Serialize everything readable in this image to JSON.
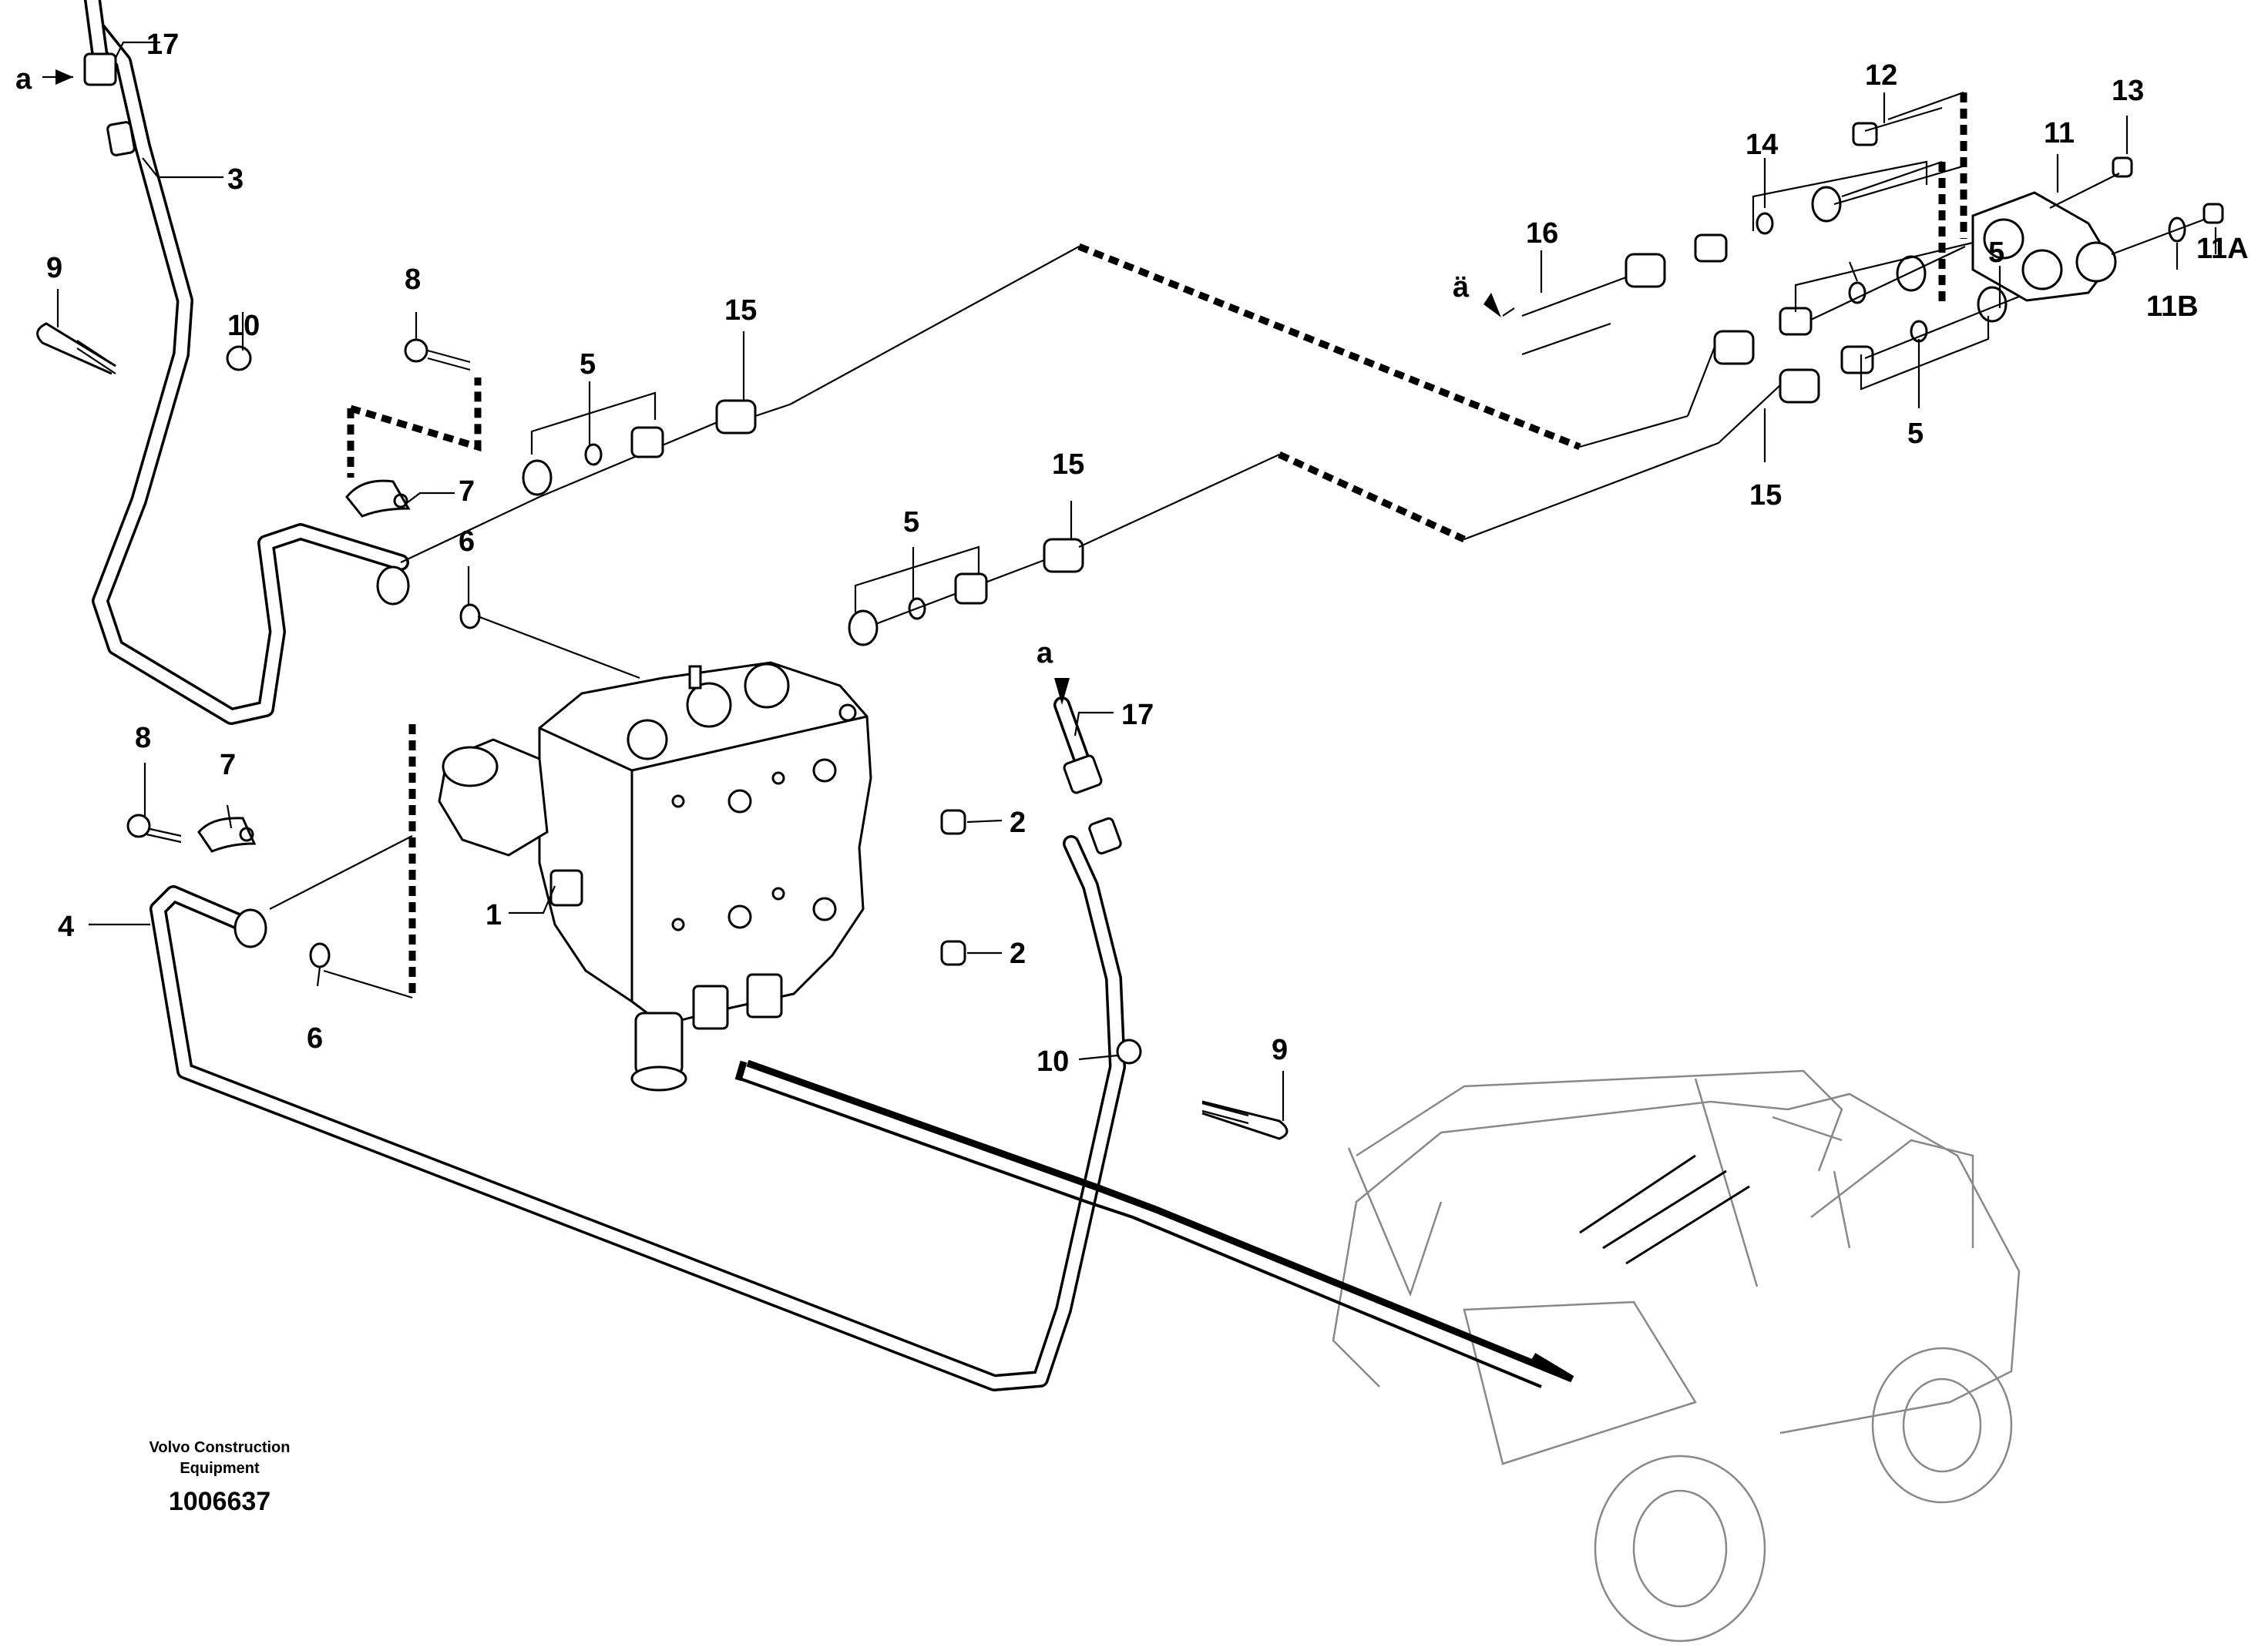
{
  "callouts": {
    "c1": "1",
    "c2a": "2",
    "c2b": "2",
    "c3": "3",
    "c4": "4",
    "c5a": "5",
    "c5b": "5",
    "c5c": "5",
    "c5d": "5",
    "c6a": "6",
    "c6b": "6",
    "c7a": "7",
    "c7b": "7",
    "c8a": "8",
    "c8b": "8",
    "c9a": "9",
    "c9b": "9",
    "c10a": "10",
    "c10b": "10",
    "c11": "11",
    "c11a": "11A",
    "c11b": "11B",
    "c12": "12",
    "c13": "13",
    "c14": "14",
    "c15a": "15",
    "c15b": "15",
    "c15c": "15",
    "c16": "16",
    "c17a": "17",
    "c17b": "17"
  },
  "refs": {
    "a_top": "a",
    "a_mid": "a",
    "ae": "ä"
  },
  "footer": {
    "company_line1": "Volvo Construction",
    "company_line2": "Equipment",
    "drawing_number": "1006637"
  }
}
